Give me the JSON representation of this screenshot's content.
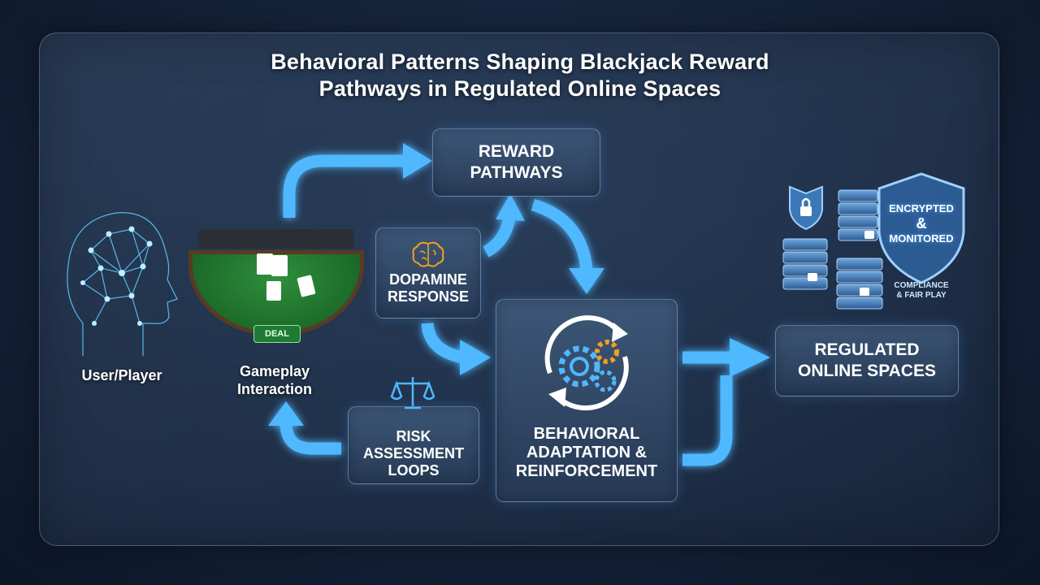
{
  "title_line1": "Behavioral Patterns Shaping Blackjack Reward",
  "title_line2": "Pathways in Regulated Online Spaces",
  "nodes": {
    "reward_line1": "REWARD",
    "reward_line2": "PATHWAYS",
    "dopamine_line1": "DOPAMINE",
    "dopamine_line2": "RESPONSE",
    "behavioral_line1": "BEHAVIORAL",
    "behavioral_line2": "ADAPTATION &",
    "behavioral_line3": "REINFORCEMENT",
    "risk_line1": "RISK",
    "risk_line2": "ASSESSMENT",
    "risk_line3": "LOOPS",
    "regulated_line1": "REGULATED",
    "regulated_line2": "ONLINE SPACES"
  },
  "labels": {
    "user": "User/Player",
    "gameplay_line1": "Gameplay",
    "gameplay_line2": "Interaction",
    "deal_button": "DEAL"
  },
  "security": {
    "shield_line1": "ENCRYPTED",
    "shield_line2": "&",
    "shield_line3": "MONITORED",
    "compliance_line1": "COMPLIANCE",
    "compliance_line2": "& FAIR PLAY"
  },
  "colors": {
    "arrow": "#4fb8ff",
    "accent_gold": "#f0a020",
    "shield": "#3a6fa8"
  },
  "icons": [
    "head-network-icon",
    "blackjack-table-icon",
    "brain-icon",
    "scales-icon",
    "gears-cycle-icon",
    "shield-icon",
    "server-lock-icon",
    "padlock-icon"
  ]
}
